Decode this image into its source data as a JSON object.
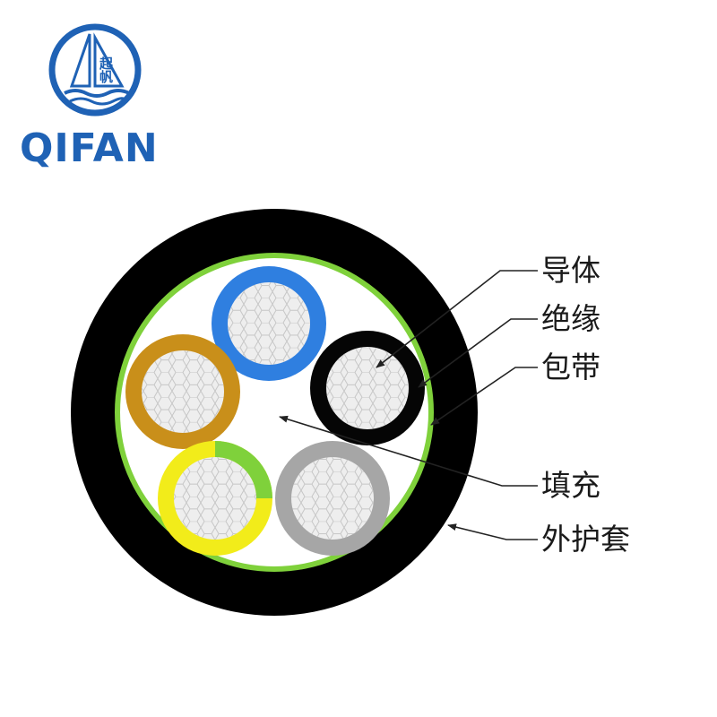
{
  "logo": {
    "brand": "QIFAN",
    "emblem_text": "起帆",
    "color": "#1f62b5"
  },
  "labels": {
    "conductor": "导体",
    "insulation": "绝缘",
    "tape": "包带",
    "filler": "填充",
    "sheath": "外护套"
  },
  "colors": {
    "sheath": "#000000",
    "tape": "#7fd13b",
    "filler": "#ffffff",
    "conductor_fill": "#eeeeee",
    "conductor_mesh": "#c6c6c6",
    "core_blue": "#2f7fe0",
    "core_black": "#050505",
    "core_brown": "#c98f1a",
    "core_grey": "#a6a6a6",
    "core_yellow": "#f2ec1a",
    "core_green": "#7fd13b",
    "leader": "#222222"
  },
  "cores": [
    {
      "name": "blue-core",
      "color_key": "core_blue"
    },
    {
      "name": "black-core",
      "color_key": "core_black"
    },
    {
      "name": "brown-core",
      "color_key": "core_brown"
    },
    {
      "name": "yellow-green-core",
      "color_key": "core_yellow",
      "stripe_key": "core_green"
    },
    {
      "name": "grey-core",
      "color_key": "core_grey"
    }
  ]
}
